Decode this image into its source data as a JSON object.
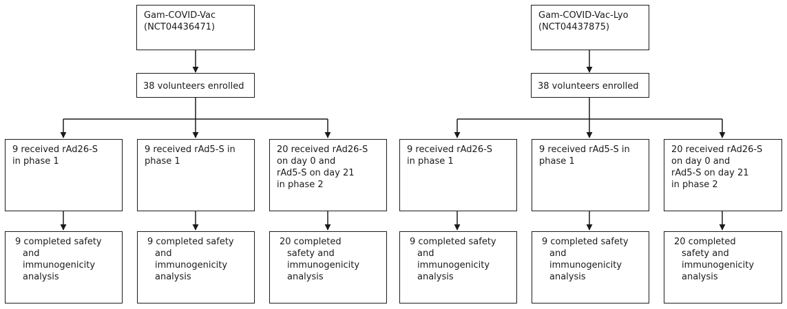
{
  "arms": [
    {
      "trial": "Gam-COVID-Vac\n(NCT04436471)",
      "enrolled": "38 volunteers enrolled",
      "groups": [
        {
          "received": "9 received rAd26-S\nin phase 1",
          "completed": "9 completed safety\nand\nimmunogenicity\nanalysis"
        },
        {
          "received": "9 received rAd5-S in\nphase 1",
          "completed": "9 completed safety\nand\nimmunogenicity\nanalysis"
        },
        {
          "received": "20 received rAd26-S\non day 0 and\nrAd5-S on day 21\nin phase 2",
          "completed": "20 completed\nsafety and\nimmunogenicity\nanalysis"
        }
      ]
    },
    {
      "trial": "Gam-COVID-Vac-Lyo\n(NCT04437875)",
      "enrolled": "38 volunteers enrolled",
      "groups": [
        {
          "received": "9 received rAd26-S\nin phase 1",
          "completed": "9 completed safety\nand\nimmunogenicity\nanalysis"
        },
        {
          "received": "9 received rAd5-S in\nphase 1",
          "completed": "9 completed safety\nand\nimmunogenicity\nanalysis"
        },
        {
          "received": "20 received rAd26-S\non day 0 and\nrAd5-S on day 21\nin phase 2",
          "completed": "20 completed\nsafety and\nimmunogenicity\nanalysis"
        }
      ]
    }
  ]
}
